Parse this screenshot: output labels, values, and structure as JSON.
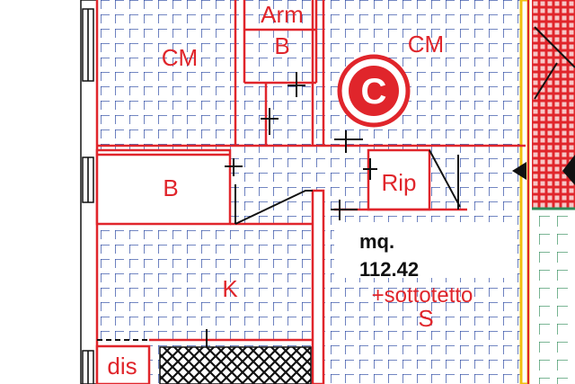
{
  "rooms": {
    "cm_left": "CM",
    "arm": "Arm",
    "b_top": "B",
    "cm_right": "CM",
    "b_left": "B",
    "rip": "Rip",
    "k": "K",
    "dis": "dis",
    "s": "S"
  },
  "area": {
    "label": "mq.",
    "value": "112.42",
    "extra": "+sottotetto"
  },
  "stamp": {
    "letter": "C"
  },
  "colors": {
    "wall": "#e0252b",
    "grid_blue": "#1f3f9e",
    "grid_red": "#e0252b",
    "grid_green": "#2e8b57",
    "stair_yellow": "#f0c010"
  }
}
